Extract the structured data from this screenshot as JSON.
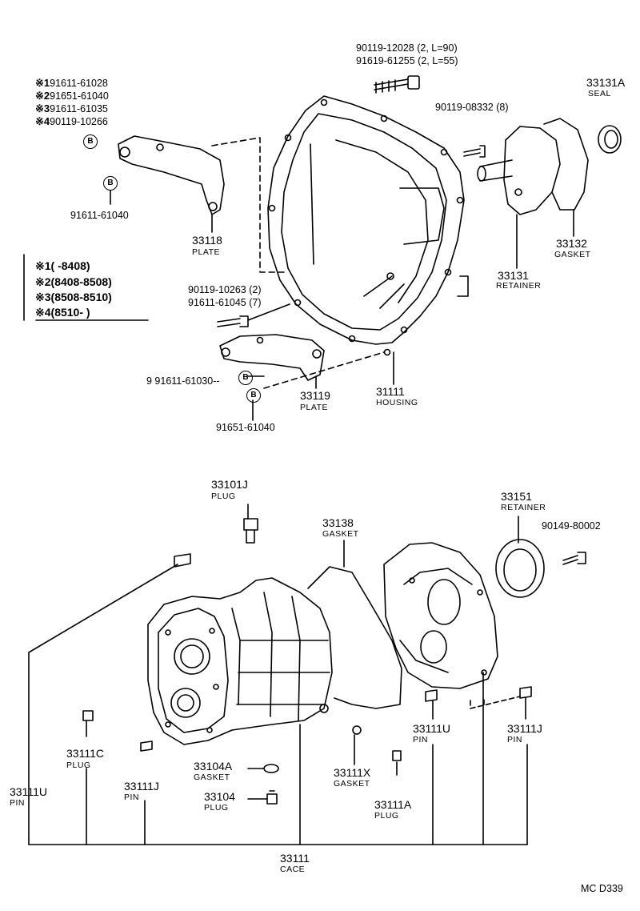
{
  "top_left_notes": [
    {
      "mark": "※1",
      "part": "91611-61028"
    },
    {
      "mark": "※2",
      "part": "91651-61040"
    },
    {
      "mark": "※3",
      "part": "91611-61035"
    },
    {
      "mark": "※4",
      "part": "90119-10266"
    }
  ],
  "legend": [
    {
      "mark": "※1",
      "range": "(      -8408)"
    },
    {
      "mark": "※2",
      "range": "(8408-8508)"
    },
    {
      "mark": "※3",
      "range": "(8508-8510)"
    },
    {
      "mark": "※4",
      "range": "(8510-      )"
    }
  ],
  "bolt_symbol": "B",
  "parts": {
    "bolt_top_1": "90119-12028 (2, L=90)",
    "bolt_top_2": "91619-61255 (2, L=55)",
    "bolt_retainer": "90119-08332 (8)",
    "seal_num": "33131A",
    "seal_cap": "SEAL",
    "bracket_bolt": "91611-61040",
    "plate_a_num": "33118",
    "plate_a_cap": "PLATE",
    "gasket_a_num": "33132",
    "gasket_a_cap": "GASKET",
    "retainer_a_num": "33131",
    "retainer_a_cap": "RETAINER",
    "bolt_mid_1": "90119-10263 (2)",
    "bolt_mid_2": "91611-61045 (7)",
    "bolt_lower_left": "9 91611-61030",
    "plate_b_num": "33119",
    "plate_b_cap": "PLATE",
    "housing_num": "31111",
    "housing_cap": "HOUSING",
    "bolt_bottom": "91651-61040",
    "plug_top_num": "33101J",
    "plug_top_cap": "PLUG",
    "gasket_b_num": "33138",
    "gasket_b_cap": "GASKET",
    "retainer_b_num": "33151",
    "retainer_b_cap": "RETAINER",
    "bolt_right": "90149-80002",
    "plug_c_num": "33111C",
    "plug_c_cap": "PLUG",
    "pin_j1_num": "33111J",
    "pin_j1_cap": "PIN",
    "gasket_c_num": "33104A",
    "gasket_c_cap": "GASKET",
    "plug_d_num": "33104",
    "plug_d_cap": "PLUG",
    "gasket_x_num": "33111X",
    "gasket_x_cap": "GASKET",
    "plug_a_num": "33111A",
    "plug_a_cap": "PLUG",
    "pin_u1_num": "33111U",
    "pin_u1_cap": "PIN",
    "pin_j2_num": "33111J",
    "pin_j2_cap": "PIN",
    "pin_u2_num": "33111U",
    "pin_u2_cap": "PIN",
    "case_num": "33111",
    "case_cap": "CACE"
  },
  "footer_code": "MC  D339"
}
